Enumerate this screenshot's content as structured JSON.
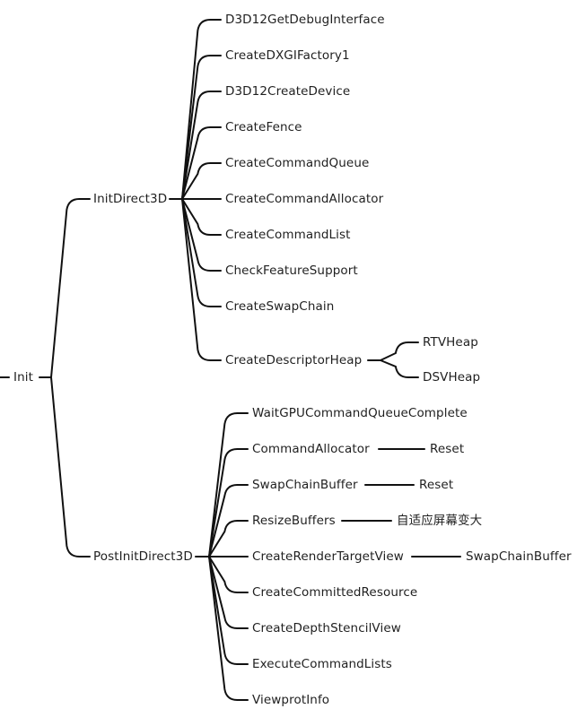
{
  "diagram": {
    "type": "mindmap",
    "root": {
      "label": "Init",
      "children": [
        {
          "label": "InitDirect3D",
          "children": [
            {
              "label": "D3D12GetDebugInterface"
            },
            {
              "label": "CreateDXGIFactory1"
            },
            {
              "label": "D3D12CreateDevice"
            },
            {
              "label": "CreateFence"
            },
            {
              "label": "CreateCommandQueue"
            },
            {
              "label": "CreateCommandAllocator"
            },
            {
              "label": "CreateCommandList"
            },
            {
              "label": "CheckFeatureSupport"
            },
            {
              "label": "CreateSwapChain"
            },
            {
              "label": "CreateDescriptorHeap",
              "children": [
                {
                  "label": "RTVHeap"
                },
                {
                  "label": "DSVHeap"
                }
              ]
            }
          ]
        },
        {
          "label": "PostInitDirect3D",
          "children": [
            {
              "label": "WaitGPUCommandQueueComplete"
            },
            {
              "label": "CommandAllocator",
              "children": [
                {
                  "label": "Reset"
                }
              ]
            },
            {
              "label": "SwapChainBuffer",
              "children": [
                {
                  "label": "Reset"
                }
              ]
            },
            {
              "label": "ResizeBuffers",
              "children": [
                {
                  "label": "自适应屏幕变大"
                }
              ]
            },
            {
              "label": "CreateRenderTargetView",
              "children": [
                {
                  "label": "SwapChainBuffer"
                }
              ]
            },
            {
              "label": "CreateCommittedResource"
            },
            {
              "label": "CreateDepthStencilView"
            },
            {
              "label": "ExecuteCommandLists"
            },
            {
              "label": "ViewprotInfo"
            }
          ]
        }
      ]
    }
  },
  "colors": {
    "line": "#111111",
    "text": "#1f1f1f",
    "background": "#ffffff"
  }
}
